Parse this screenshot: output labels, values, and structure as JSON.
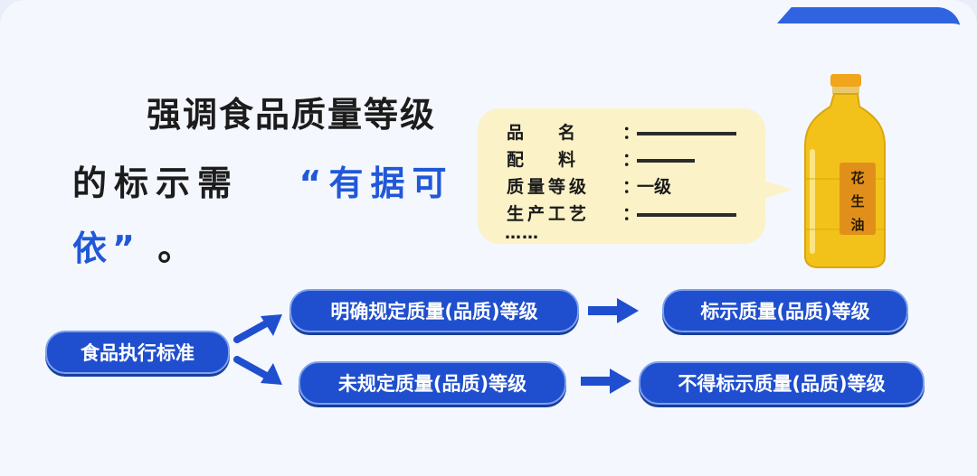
{
  "headline": {
    "line1": "强调食品质量等级",
    "line2_prefix": "的标示需",
    "line2_emphasis": "“有据可",
    "line3_emphasis": "依”",
    "line3_suffix": "。"
  },
  "label_card": {
    "rows": [
      {
        "key": "品名",
        "value": ""
      },
      {
        "key": "配料",
        "value": ""
      },
      {
        "key": "质量等级",
        "value": "一级"
      },
      {
        "key": "生产工艺",
        "value": ""
      }
    ],
    "colon": "：",
    "ellipsis": "……"
  },
  "bottle": {
    "label": "花生油"
  },
  "flow": {
    "source": "食品执行标准",
    "branch_a": "明确规定质量(品质)等级",
    "branch_b": "未规定质量(品质)等级",
    "result_a": "标示质量(品质)等级",
    "result_b": "不得标示质量(品质)等级"
  },
  "colors": {
    "accent_blue": "#2158d8",
    "pill_blue": "#1f4fce",
    "bubble_yellow": "#fbf2c8",
    "oil_gold": "#f2c21a"
  }
}
